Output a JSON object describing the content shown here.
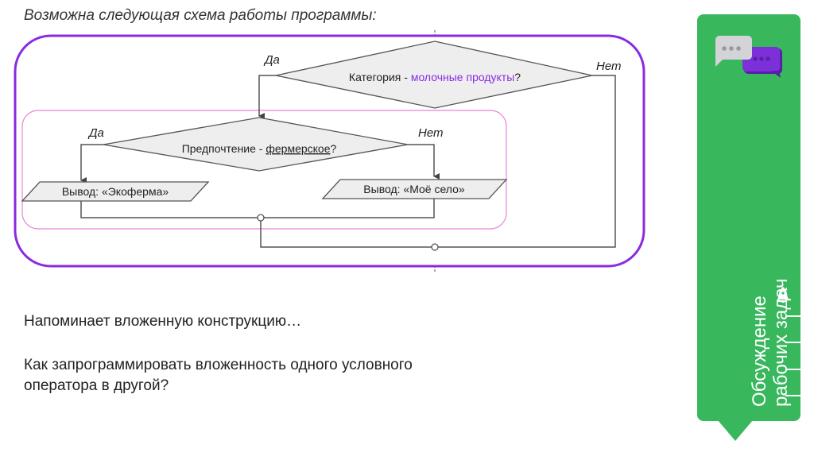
{
  "slide": {
    "title": "Возможна следующая схема работы программы:",
    "paragraphs": [
      "Напоминает вложенную конструкцию…",
      "Как запрограммировать вложенность одного условного",
      "оператора в другой?"
    ]
  },
  "diagram": {
    "outer_decision": {
      "prefix": "Категория - ",
      "highlight": "молочные продукты",
      "suffix": "?",
      "yes": "Да",
      "no": "Нет"
    },
    "inner_decision": {
      "prefix": "Предпочтение - ",
      "highlight": "фермерское",
      "suffix": "?",
      "yes": "Да",
      "no": "Нет"
    },
    "output_left": "Вывод:  «Экоферма»",
    "output_right": "Вывод:  «Моё село»"
  },
  "side_panel": {
    "label_line1": "Обсуждение",
    "label_line2": "рабочих задач",
    "icons": [
      "chat-bubbles-icon",
      "rocket-icon"
    ]
  },
  "colors": {
    "green": "#38b75d",
    "purple": "#8a2be2",
    "pink": "#e884d4",
    "highlight": "#8a2be2"
  }
}
